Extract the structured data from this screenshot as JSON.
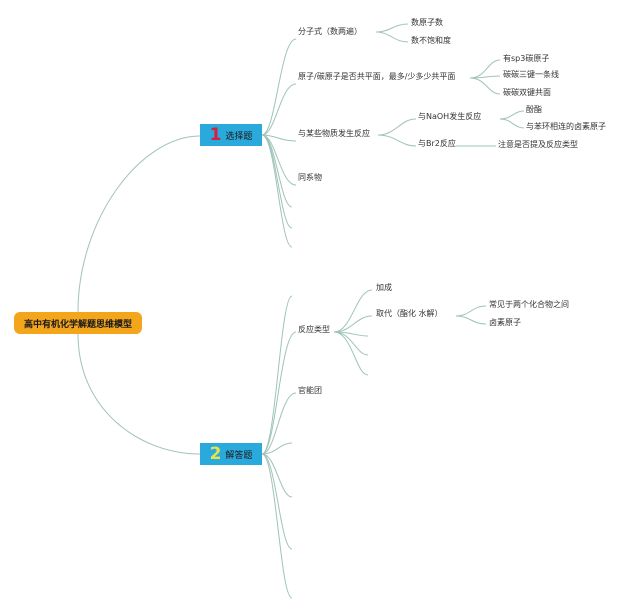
{
  "root": {
    "label": "高中有机化学解题思维模型"
  },
  "branches": [
    {
      "number": "1",
      "label": "选择题",
      "topics": [
        {
          "label": "分子式（数两遍）",
          "children": [
            {
              "label": "数原子数"
            },
            {
              "label": "数不饱和度"
            }
          ]
        },
        {
          "label": "原子/碳原子是否共平面，最多/少多少共平面",
          "children": [
            {
              "label": "有sp3碳原子"
            },
            {
              "label": "碳碳三键一条线"
            },
            {
              "label": "碳碳双键共面"
            }
          ]
        },
        {
          "label": "与某些物质发生反应",
          "children": [
            {
              "label": "与NaOH发生反应",
              "children": [
                {
                  "label": "酚酯"
                },
                {
                  "label": "与苯环相连的卤素原子"
                }
              ]
            },
            {
              "label": "与Br2反应",
              "children": [
                {
                  "label": "注意是否提及反应类型"
                }
              ]
            }
          ]
        },
        {
          "label": "同系物"
        }
      ]
    },
    {
      "number": "2",
      "label": "解答题",
      "topics": [
        {
          "label": "反应类型",
          "children": [
            {
              "label": "加成"
            },
            {
              "label": "取代（酯化 水解）",
              "children": [
                {
                  "label": "常见于两个化合物之间"
                },
                {
                  "label": "卤素原子"
                }
              ]
            }
          ]
        },
        {
          "label": "官能团"
        }
      ]
    }
  ]
}
